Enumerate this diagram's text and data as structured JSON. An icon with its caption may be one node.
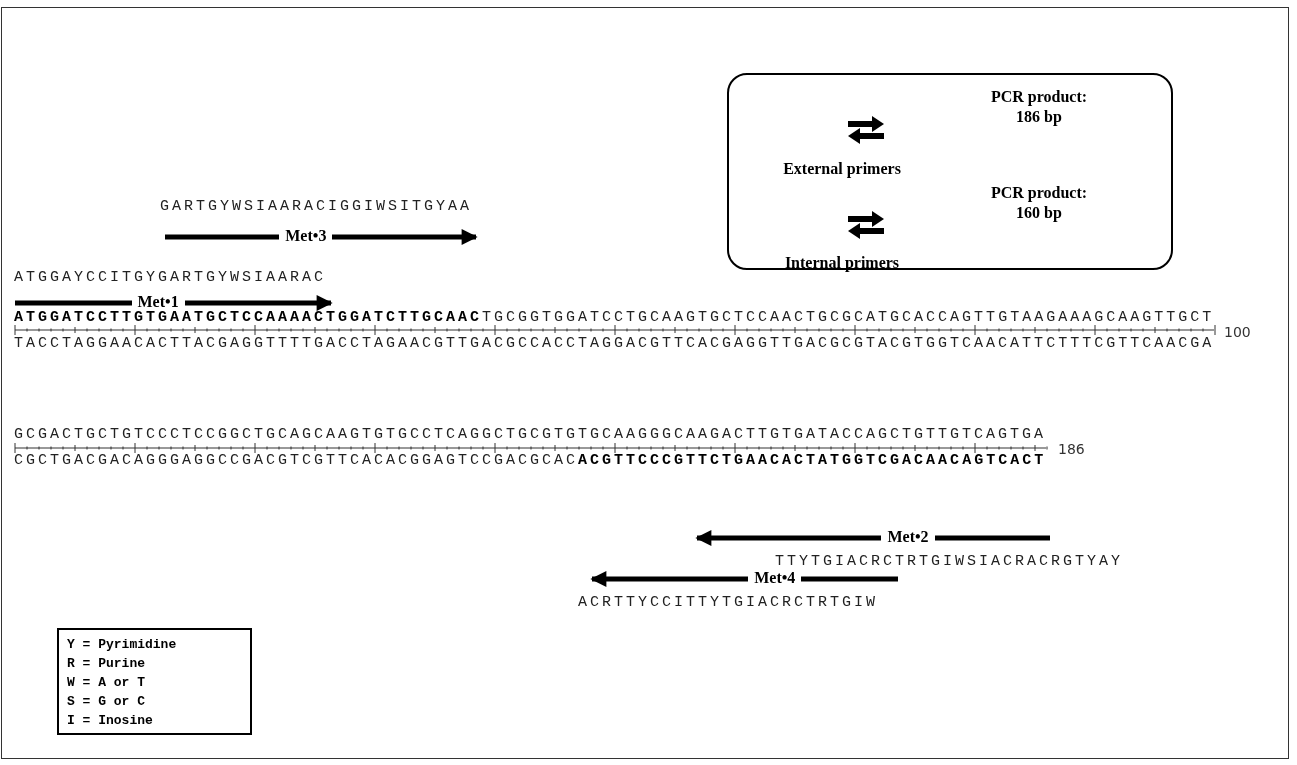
{
  "diagram": {
    "nodes": [
      {
        "text": [
          "External primers",
          "PCR product: 186 bp",
          "Internal primers",
          "PCR product: 160 bp"
        ]
      },
      {
        "text": [
          "Y = Pyrimidine",
          "R = Purine",
          "W = A or T",
          "S = G or C",
          "I = Inosine"
        ]
      }
    ],
    "labels": [
      "GARTGYWSIAARACIGGIWSITGYAA",
      "Met•3",
      "ATGGAYCCITGYGARTGYWSIAARAC",
      "Met•1",
      "**ATGGATCCTTGTGAATGCTCCAAAACTGGATCTTGCAAC**TGCGGTGGATCCTGCAAGTGCTCCAACTGCGCATGCACCAGTTGTAAGAAAGCAAGTTGCT",
      "100",
      "TACCTAGGAACACTTACGAGGTTTTGACCTAGAACGTTGACGCCACCTAGGACGTTCACGAGGTTGACGCGTACGTGGTCAACATTCTTTCGTTCAACGA",
      "GCGACTGCTGTCCCTCCGGCTGCAGCAAGTGTGCCTCAGGCTGCGTGTGCAAGGGCAAGACTTGTGATACCAGCTGTTGTCAGTGA",
      "186",
      "CGCTGACGACAGGGAGGCCGACGTCGTTCACACGGAGTCCGACGCAC**ACGTTCCCGTTCTGAACACTATGGTCGACAACAGTCACT**",
      "Met•2",
      "TTYTGIACRCTRTGIWSIACRACRGTYAY",
      "Met•4",
      "ACRTTYCCITTYTGIACRCTRTGIW"
    ]
  }
}
